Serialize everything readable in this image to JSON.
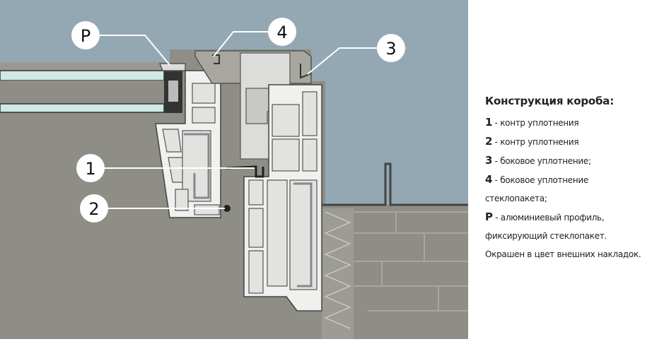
{
  "callouts": {
    "p": "P",
    "four": "4",
    "three": "3",
    "one": "1",
    "two": "2"
  },
  "legend": {
    "title": "Конструкция короба:",
    "items": [
      {
        "key": "1",
        "text": " - контр уплотнения"
      },
      {
        "key": "2",
        "text": " - контр уплотнения"
      },
      {
        "key": "3",
        "text": " - боковое уплотнение;"
      },
      {
        "key": "4",
        "text": " - боковое уплотнение"
      },
      {
        "key": "",
        "text": "стеклопакета;"
      },
      {
        "key": "P",
        "text": " - алюминиевый профиль,"
      },
      {
        "key": "",
        "text": "фиксирующий стеклопакет."
      },
      {
        "key": "",
        "text": "Окрашен в цвет внешних накладок."
      }
    ]
  },
  "colors": {
    "sky": "#93a8b3",
    "wall": "#8e8d86",
    "profile": "#f0f0ee",
    "glass": "#cfe9e4",
    "seal": "#2a2a2a"
  }
}
